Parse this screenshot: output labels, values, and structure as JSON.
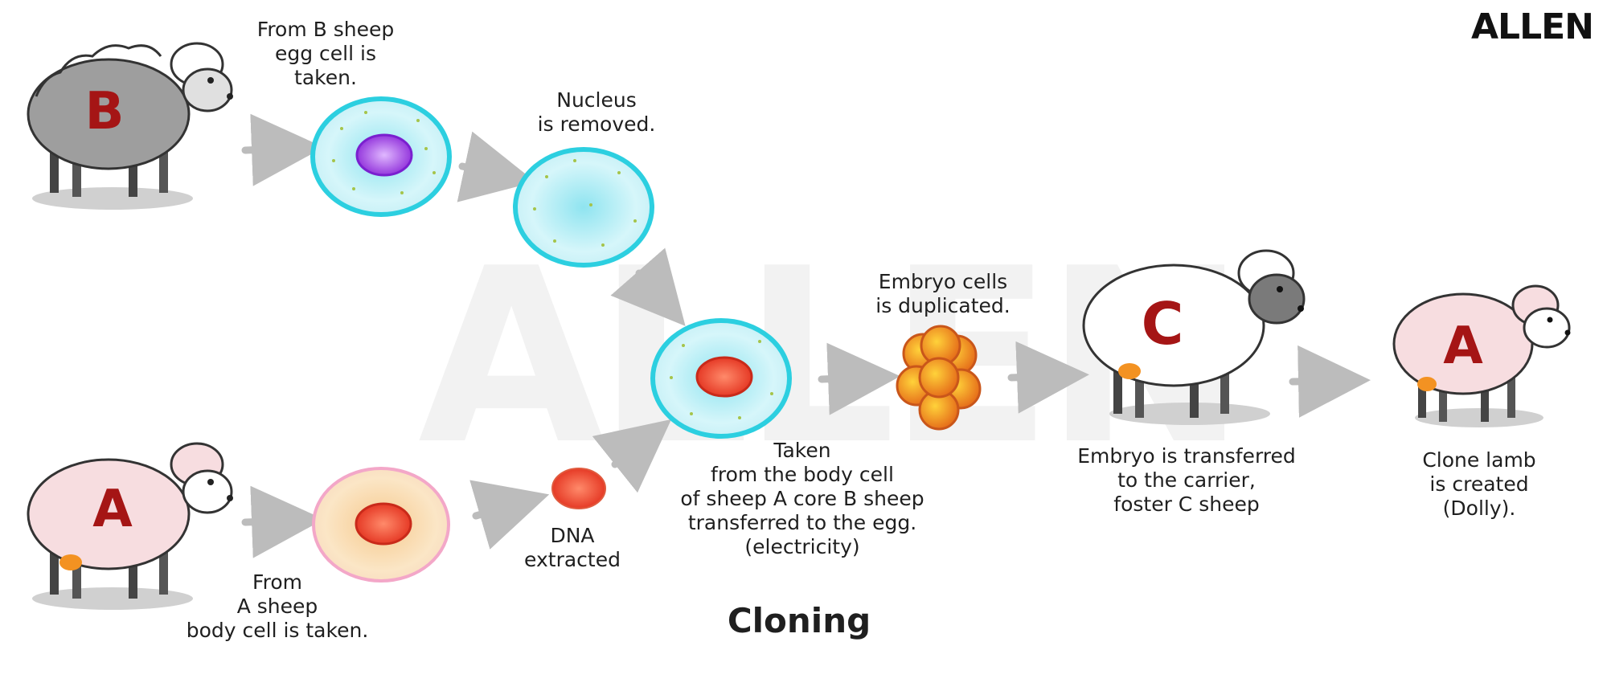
{
  "brand": "ALLEN",
  "watermark": "ALLEN",
  "title": "Cloning",
  "sheep": {
    "b_letter": "B",
    "a_letter": "A",
    "c_letter": "C",
    "clone_letter": "A"
  },
  "labels": {
    "egg_taken": "From B sheep\negg cell is\ntaken.",
    "nucleus_removed": "Nucleus\nis removed.",
    "body_cell_taken": "From\nA sheep\nbody cell is taken.",
    "dna_extracted": "DNA\nextracted",
    "transferred": "Taken\nfrom the body cell\nof sheep A core B sheep\ntransferred to the egg.\n(electricity)",
    "embryo_duplicated": "Embryo cells\nis duplicated.",
    "embryo_transferred": "Embryo is transferred\nto the carrier,\nfoster C sheep",
    "clone_created": "Clone lamb\nis created (Dolly)."
  },
  "colors": {
    "cell_rim": "#2ccfe0",
    "cell_fill": "#bff1f7",
    "nucleus_purple": "#9b3fe0",
    "nucleus_red": "#e8412c",
    "body_cell_fill": "#f8d7a6",
    "body_cell_rim": "#f3a7c8",
    "embryo_orange": "#f39222",
    "arrow_gray": "#bcbcbc",
    "sheep_gray": "#9e9e9e",
    "sheep_pink": "#f7dde0",
    "letter_red": "#a51515"
  }
}
